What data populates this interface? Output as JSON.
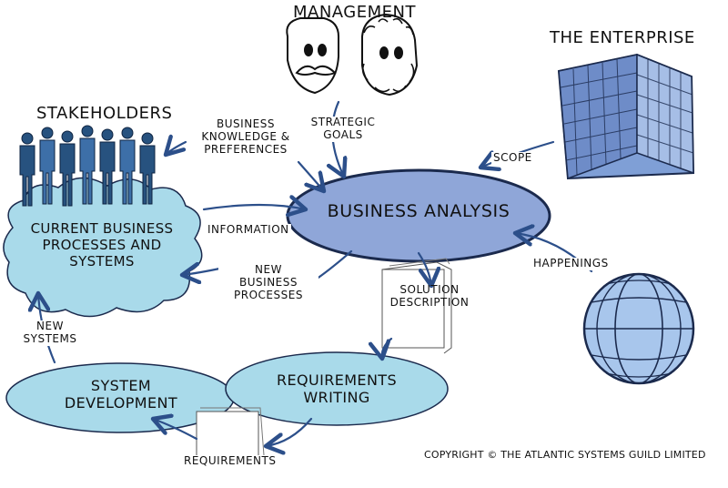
{
  "labels": {
    "management": "MANAGEMENT",
    "the_enterprise": "THE ENTERPRISE",
    "stakeholders": "STAKEHOLDERS",
    "business_knowledge": [
      "BUSINESS",
      "KNOWLEDGE &",
      "PREFERENCES"
    ],
    "strategic_goals": [
      "STRATEGIC",
      "GOALS"
    ],
    "scope": "SCOPE",
    "business_analysis": "BUSINESS ANALYSIS",
    "current_business": [
      "CURRENT BUSINESS",
      "PROCESSES AND",
      "SYSTEMS"
    ],
    "information": "INFORMATION",
    "new_business_processes": [
      "NEW",
      "BUSINESS",
      "PROCESSES"
    ],
    "happenings": "HAPPENINGS",
    "solution_description": [
      "SOLUTION",
      "DESCRIPTION"
    ],
    "new_systems": [
      "NEW",
      "SYSTEMS"
    ],
    "system_development": [
      "SYSTEM",
      "DEVELOPMENT"
    ],
    "requirements_writing": [
      "REQUIREMENTS",
      "WRITING"
    ],
    "requirements": "REQUIREMENTS",
    "copyright": "COPYRIGHT © THE ATLANTIC SYSTEMS GUILD LIMITED"
  },
  "colors": {
    "ellipse_main": "#8fa6d8",
    "ellipse_light": "#a9daea",
    "cloud": "#a9daea",
    "arrow": "#2c4f8a",
    "building": "#7f9fd6",
    "globe": "#a8c6ec",
    "people": "#27527f",
    "outline": "#1b2a4d"
  },
  "icons": [
    "management-faces-icon",
    "enterprise-building-icon",
    "stakeholders-people-icon",
    "globe-icon",
    "document-icon"
  ]
}
